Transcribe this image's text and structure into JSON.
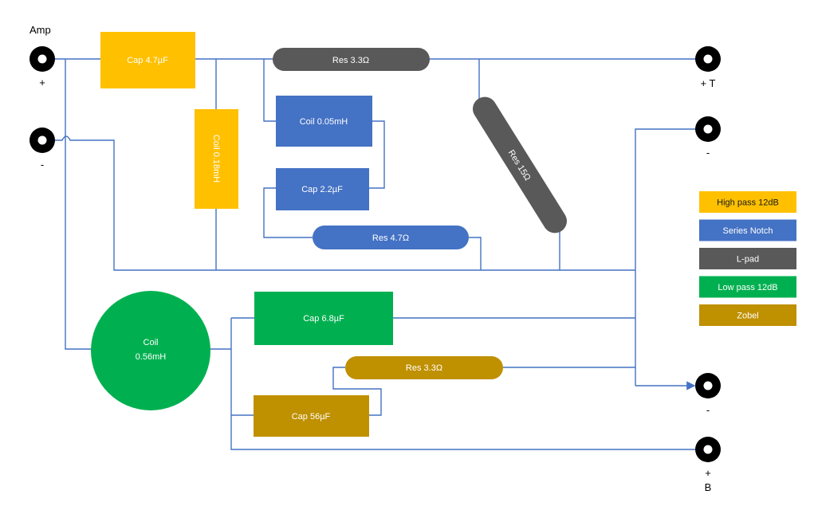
{
  "colors": {
    "wire": "#4472C4",
    "high_pass": "#FFC000",
    "series_notch": "#4472C4",
    "l_pad": "#595959",
    "low_pass": "#00B050",
    "zobel": "#BF9000",
    "terminal": "#000000"
  },
  "input": {
    "title": "Amp",
    "plus": "+",
    "minus": "-"
  },
  "outputs": {
    "treble_plus": "+ T",
    "treble_minus": "-",
    "bass_minus": "-",
    "bass_plus": "+",
    "bass_letter": "B"
  },
  "components": {
    "cap_hp": "Cap 4.7µF",
    "coil_hp": "Coil 0.18mH",
    "res_lpad_series": "Res 3.3Ω",
    "res_lpad_shunt": "Res 15Ω",
    "coil_notch": "Coil 0.05mH",
    "cap_notch": "Cap 2.2µF",
    "res_notch": "Res 4.7Ω",
    "coil_lp_line1": "Coil",
    "coil_lp_line2": "0.56mH",
    "cap_lp": "Cap 6.8µF",
    "res_zobel": "Res 3.3Ω",
    "cap_zobel": "Cap 56µF"
  },
  "legend": [
    {
      "label": "High pass 12dB",
      "color": "#FFC000"
    },
    {
      "label": "Series Notch",
      "color": "#4472C4"
    },
    {
      "label": "L-pad",
      "color": "#595959"
    },
    {
      "label": "Low pass 12dB",
      "color": "#00B050"
    },
    {
      "label": "Zobel",
      "color": "#BF9000"
    }
  ]
}
